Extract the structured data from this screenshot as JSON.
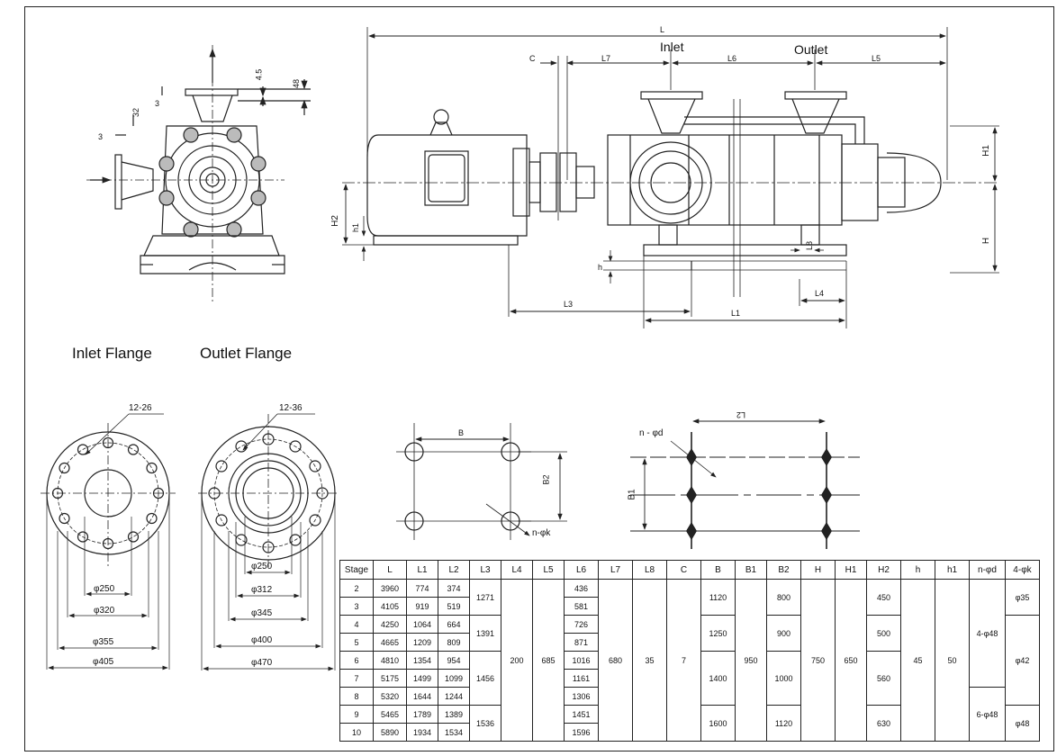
{
  "labels": {
    "inlet": "Inlet",
    "outlet": "Outlet",
    "inlet_flange": "Inlet Flange",
    "outlet_flange": "Outlet Flange"
  },
  "side_view_dims": {
    "t1": "4.5",
    "t2": "48",
    "t3": "3",
    "t4": "32",
    "t5": "3"
  },
  "front_view_dims": {
    "L": "L",
    "C": "C",
    "L7": "L7",
    "L6": "L6",
    "L5": "L5",
    "H1": "H1",
    "H": "H",
    "H2": "H2",
    "h1": "h1",
    "h": "h",
    "L8": "L8",
    "L4": "L4",
    "L3": "L3",
    "L1": "L1"
  },
  "inlet_flange": {
    "holes": "12-26",
    "d1": "φ250",
    "d2": "φ320",
    "d3": "φ355",
    "d4": "φ405"
  },
  "outlet_flange": {
    "holes": "12-36",
    "d1": "φ250",
    "d2": "φ312",
    "d3": "φ345",
    "d4": "φ400",
    "d5": "φ470"
  },
  "foot_plan": {
    "B": "B",
    "B2": "B2",
    "k": "n-φk"
  },
  "base_plan": {
    "L2": "L2",
    "B1": "B1",
    "d": "n - φd"
  },
  "table": {
    "headers": [
      "Stage",
      "L",
      "L1",
      "L2",
      "L3",
      "L4",
      "L5",
      "L6",
      "L7",
      "L8",
      "C",
      "B",
      "B1",
      "B2",
      "H",
      "H1",
      "H2",
      "h",
      "h1",
      "n-φd",
      "4-φk"
    ],
    "rows": [
      {
        "stage": "2",
        "L": "3960",
        "L1": "774",
        "L2": "374",
        "L6": "436"
      },
      {
        "stage": "3",
        "L": "4105",
        "L1": "919",
        "L2": "519",
        "L6": "581"
      },
      {
        "stage": "4",
        "L": "4250",
        "L1": "1064",
        "L2": "664",
        "L6": "726"
      },
      {
        "stage": "5",
        "L": "4665",
        "L1": "1209",
        "L2": "809",
        "L6": "871"
      },
      {
        "stage": "6",
        "L": "4810",
        "L1": "1354",
        "L2": "954",
        "L6": "1016"
      },
      {
        "stage": "7",
        "L": "5175",
        "L1": "1499",
        "L2": "1099",
        "L6": "1161"
      },
      {
        "stage": "8",
        "L": "5320",
        "L1": "1644",
        "L2": "1244",
        "L6": "1306"
      },
      {
        "stage": "9",
        "L": "5465",
        "L1": "1789",
        "L2": "1389",
        "L6": "1451"
      },
      {
        "stage": "10",
        "L": "5890",
        "L1": "1934",
        "L2": "1534",
        "L6": "1596"
      }
    ],
    "L3": [
      "1271",
      "1391",
      "1456",
      "1536"
    ],
    "L4": "200",
    "L5": "685",
    "L7": "680",
    "L8": "35",
    "C": "7",
    "B": [
      "1120",
      "1250",
      "1400",
      "1600"
    ],
    "B1": "950",
    "B2": [
      "800",
      "900",
      "1000",
      "1120"
    ],
    "H": "750",
    "H1": "650",
    "H2": [
      "450",
      "500",
      "560",
      "630"
    ],
    "h": "45",
    "h1": "50",
    "nphid": [
      "4-φ48",
      "6-φ48"
    ],
    "phik": [
      "φ35",
      "φ42",
      "φ48"
    ]
  }
}
